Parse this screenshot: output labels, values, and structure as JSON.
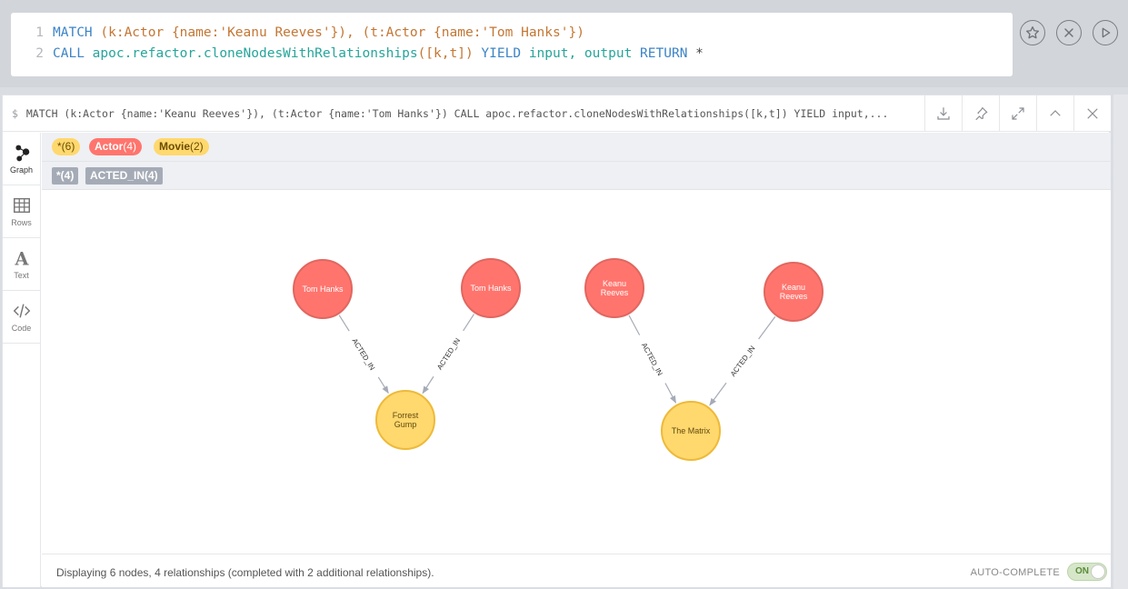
{
  "editor": {
    "line_numbers": [
      "1",
      "2"
    ],
    "line1": {
      "match": "MATCH",
      "k_open": " (k:Actor {name:",
      "k_name": "'Keanu Reeves'",
      "mid": "}), (t:Actor {name:",
      "t_name": "'Tom Hanks'",
      "close": "})"
    },
    "line2": {
      "call": "CALL",
      "proc": "apoc.refactor.cloneNodesWithRelationships",
      "args": "([k,t])",
      "yield": "YIELD",
      "yield_vars": "input, output",
      "ret": "RETURN",
      "star": "*"
    },
    "buttons": {
      "favorite": "star-icon",
      "clear": "close-circle-icon",
      "run": "play-icon"
    }
  },
  "frame": {
    "prompt": "$",
    "query": "MATCH (k:Actor {name:'Keanu Reeves'}), (t:Actor {name:'Tom Hanks'}) CALL apoc.refactor.cloneNodesWithRelationships([k,t]) YIELD input,...",
    "header_buttons": [
      "download-icon",
      "pin-icon",
      "fullscreen-icon",
      "collapse-icon",
      "close-icon"
    ]
  },
  "side_tabs": [
    {
      "label": "Graph",
      "icon": "graph-icon",
      "active": true
    },
    {
      "label": "Rows",
      "icon": "table-icon",
      "active": false
    },
    {
      "label": "Text",
      "icon": "text-icon",
      "active": false
    },
    {
      "label": "Code",
      "icon": "code-icon",
      "active": false
    }
  ],
  "legend": {
    "labels": [
      {
        "name": "*",
        "count": "(6)"
      },
      {
        "name": "Actor",
        "count": "(4)"
      },
      {
        "name": "Movie",
        "count": "(2)"
      }
    ],
    "relationships": [
      {
        "name": "*",
        "count": "(4)"
      },
      {
        "name": "ACTED_IN",
        "count": "(4)"
      }
    ]
  },
  "graph": {
    "colors": {
      "actor": "#ff756e",
      "actor_border": "#e06760",
      "movie": "#ffd86e",
      "movie_border": "#edba39",
      "edge": "#a5abb6"
    },
    "nodes": [
      {
        "id": "th1",
        "label": "Actor",
        "caption": [
          "Tom Hanks"
        ]
      },
      {
        "id": "th2",
        "label": "Actor",
        "caption": [
          "Tom Hanks"
        ]
      },
      {
        "id": "kr1",
        "label": "Actor",
        "caption": [
          "Keanu",
          "Reeves"
        ]
      },
      {
        "id": "kr2",
        "label": "Actor",
        "caption": [
          "Keanu",
          "Reeves"
        ]
      },
      {
        "id": "fg",
        "label": "Movie",
        "caption": [
          "Forrest",
          "Gump"
        ]
      },
      {
        "id": "mx",
        "label": "Movie",
        "caption": [
          "The Matrix"
        ]
      }
    ],
    "relationships": [
      {
        "from": "th1",
        "to": "fg",
        "type": "ACTED_IN"
      },
      {
        "from": "th2",
        "to": "fg",
        "type": "ACTED_IN"
      },
      {
        "from": "kr1",
        "to": "mx",
        "type": "ACTED_IN"
      },
      {
        "from": "kr2",
        "to": "mx",
        "type": "ACTED_IN"
      }
    ]
  },
  "footer": {
    "status": "Displaying 6 nodes, 4 relationships (completed with 2 additional relationships).",
    "autocomplete_label": "AUTO-COMPLETE",
    "autocomplete_state": "ON"
  }
}
